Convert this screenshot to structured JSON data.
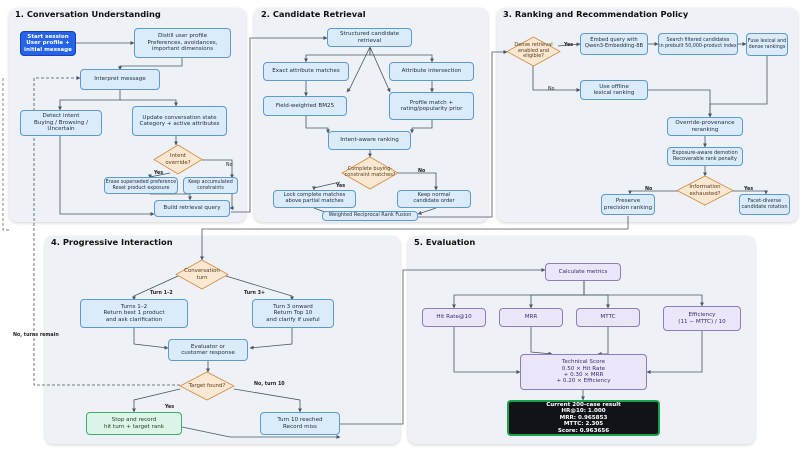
{
  "panels": {
    "p1": "1. Conversation Understanding",
    "p2": "2. Candidate Retrieval",
    "p3": "3. Ranking and Recommendation Policy",
    "p4": "4. Progressive Interaction",
    "p5": "5. Evaluation"
  },
  "nodes": {
    "start": "Start session\nUser profile + initial message",
    "distill": "Distill user profile\nPreferences, avoidances,\nimportant dimensions",
    "interpret": "Interpret message",
    "detect": "Detect intent\nBuying / Browsing / Uncertain",
    "update_state": "Update conversation state\nCategory + active attributes",
    "intent_override": "Intent\noverride?",
    "erase": "Erase superseded preference\nReset product exposure",
    "keep_constraints": "Keep accumulated\nconstraints",
    "build_query": "Build retrieval query",
    "structured": "Structured candidate retrieval",
    "exact": "Exact attribute matches",
    "intersection": "Attribute intersection",
    "bm25": "Field-weighted BM25",
    "profile_match": "Profile match +\nrating/popularity prior",
    "intent_ranking": "Intent-aware ranking",
    "complete_match": "Complete buying-\nconstraint matches?",
    "lock": "Lock complete matches\nabove partial matches",
    "keep_normal": "Keep normal\ncandidate order",
    "rrf": "Weighted Reciprocal Rank Fusion",
    "dense_check": "Dense retrieval\nenabled and eligible?",
    "embed": "Embed query with\nQwen3-Embedding-8B",
    "search_filtered": "Search filtered candidates\nin prebuilt 50,000-product index",
    "fuse": "Fuse lexical and\ndense rankings",
    "offline": "Use offline\nlexical ranking",
    "override_prov": "Override-provenance\nreranking",
    "exposure": "Exposure-aware demotion\nRecoverable rank penalty",
    "info_exhausted": "Information\nexhausted?",
    "preserve": "Preserve\nprecision ranking",
    "facet": "Facet-diverse\ncandidate rotation",
    "conv_turn": "Conversation\nturn",
    "turns12": "Turns 1–2\nReturn best 1 product\nand ask clarification",
    "turn3": "Turn 3 onward\nReturn Top 10\nand clarify if useful",
    "evaluator": "Evaluator or\ncustomer response",
    "target_found": "Target found?",
    "stop": "Stop and record\nhit turn + target rank",
    "turn10": "Turn 10 reached\nRecord miss",
    "calc": "Calculate metrics",
    "hit": "Hit Rate@10",
    "mrr": "MRR",
    "mttc": "MTTC",
    "efficiency": "Efficiency\n(11 − MTTC) / 10",
    "tech_score": "Technical Score\n0.50 × Hit Rate\n+ 0.30 × MRR\n+ 0.20 × Efficiency",
    "result": "Current 200-case result\nHR@10: 1.000\nMRR: 0.965853\nMTTC: 2.305\nScore: 0.963656"
  },
  "labels": {
    "yes": "Yes",
    "no": "No",
    "turn12": "Turn 1–2",
    "turn3": "Turn 3+",
    "no_turns_remain": "No, turns remain",
    "no_turn10": "No, turn 10"
  },
  "colors": {
    "panel_bg": "#eef1f6",
    "node_blue": "#dcebfa",
    "start_blue": "#2563eb",
    "diamond_orange": "#fbe8d3",
    "metric_purple": "#ece6fb",
    "stop_green": "#dcf5e8",
    "result_dark": "#111318"
  }
}
